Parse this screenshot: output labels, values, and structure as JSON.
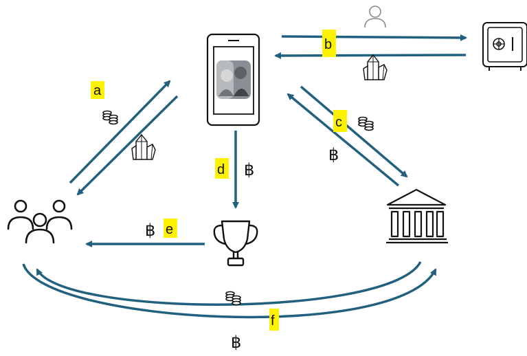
{
  "labels": {
    "a": "a",
    "b": "b",
    "c": "c",
    "d": "d",
    "e": "e",
    "f": "f"
  },
  "currency_symbol": "฿",
  "colors": {
    "arrow": "#22607F",
    "highlight": "#FFF200",
    "icon_stroke": "#111111",
    "light_icon_stroke": "#888888"
  },
  "icons": {
    "players": "people-group-icon",
    "phone": "smartphone-icon",
    "vault": "safe-icon",
    "exchange": "bank-icon",
    "tournament": "trophy-icon",
    "developer": "person-icon",
    "gems": "crystal-icon",
    "coins": "coins-icon"
  }
}
